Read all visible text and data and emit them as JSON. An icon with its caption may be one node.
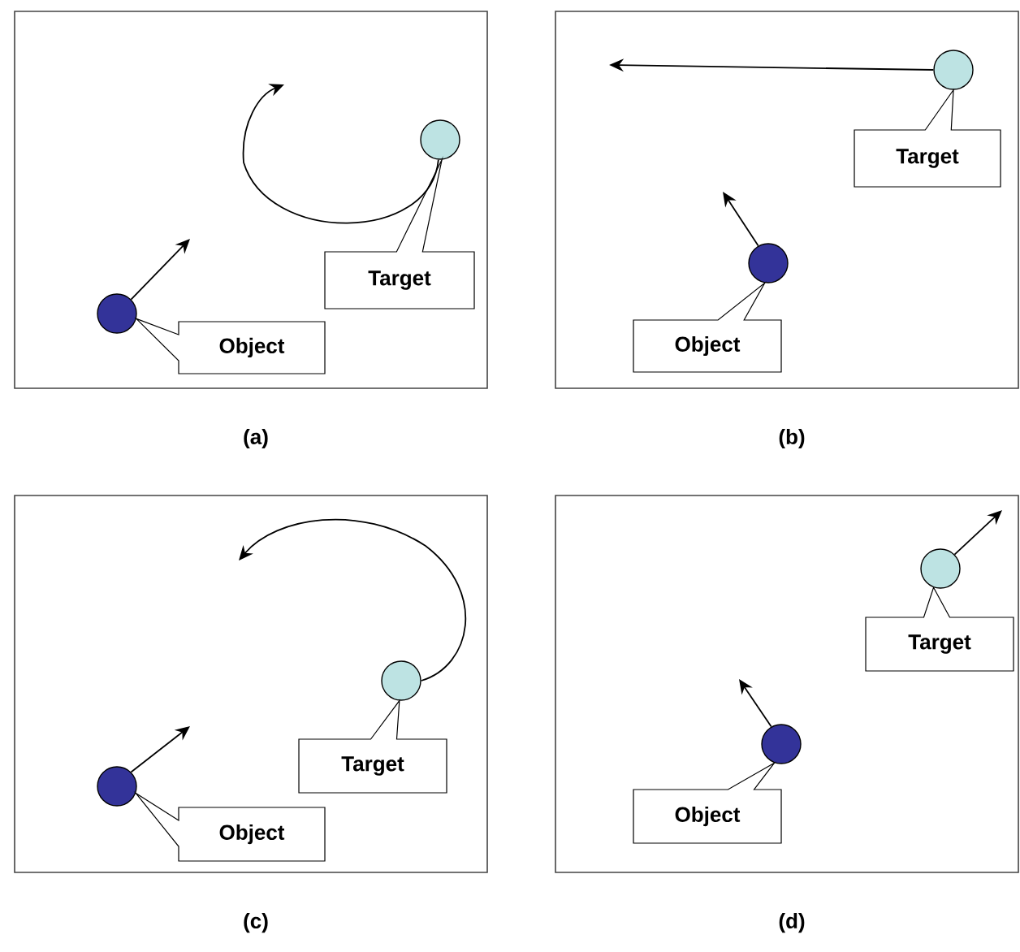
{
  "diagram": {
    "nodes": [
      {
        "text": [],
        "shape": "box",
        "beside": [
          "(a)"
        ]
      },
      {
        "text": [],
        "shape": "circle",
        "in": 0
      },
      {
        "text": [],
        "shape": "circle",
        "in": 0
      },
      {
        "text": [
          "Object"
        ],
        "in": 0
      },
      {
        "text": [
          "Target"
        ],
        "in": 0
      },
      {
        "text": [],
        "shape": "box",
        "beside": [
          "(b)"
        ]
      },
      {
        "text": [],
        "shape": "circle",
        "in": 5
      },
      {
        "text": [],
        "shape": "circle",
        "in": 5
      },
      {
        "text": [
          "Object"
        ],
        "in": 5
      },
      {
        "text": [
          "Target"
        ],
        "in": 5
      },
      {
        "text": [],
        "shape": "box",
        "beside": [
          "(c)"
        ]
      },
      {
        "text": [],
        "shape": "circle",
        "in": 10
      },
      {
        "text": [],
        "shape": "circle",
        "in": 10
      },
      {
        "text": [
          "Object"
        ],
        "in": 10
      },
      {
        "text": [
          "Target"
        ],
        "in": 10
      },
      {
        "text": [],
        "shape": "box",
        "beside": [
          "(d)"
        ]
      },
      {
        "text": [],
        "shape": "circle",
        "in": 15
      },
      {
        "text": [],
        "shape": "circle",
        "in": 15
      },
      {
        "text": [
          "Object"
        ],
        "in": 15
      },
      {
        "text": [
          "Target"
        ],
        "in": 15
      }
    ],
    "edges": [
      {
        "from": 1,
        "to": null,
        "arrow": "to"
      },
      {
        "from": 2,
        "to": null,
        "arrow": "to"
      },
      {
        "from": 6,
        "to": null,
        "arrow": "to"
      },
      {
        "from": 7,
        "to": null,
        "arrow": "to"
      },
      {
        "from": 11,
        "to": null,
        "arrow": "to"
      },
      {
        "from": 12,
        "to": null,
        "arrow": "to"
      },
      {
        "from": 16,
        "to": null,
        "arrow": "to"
      },
      {
        "from": 17,
        "to": null,
        "arrow": "to"
      }
    ]
  }
}
